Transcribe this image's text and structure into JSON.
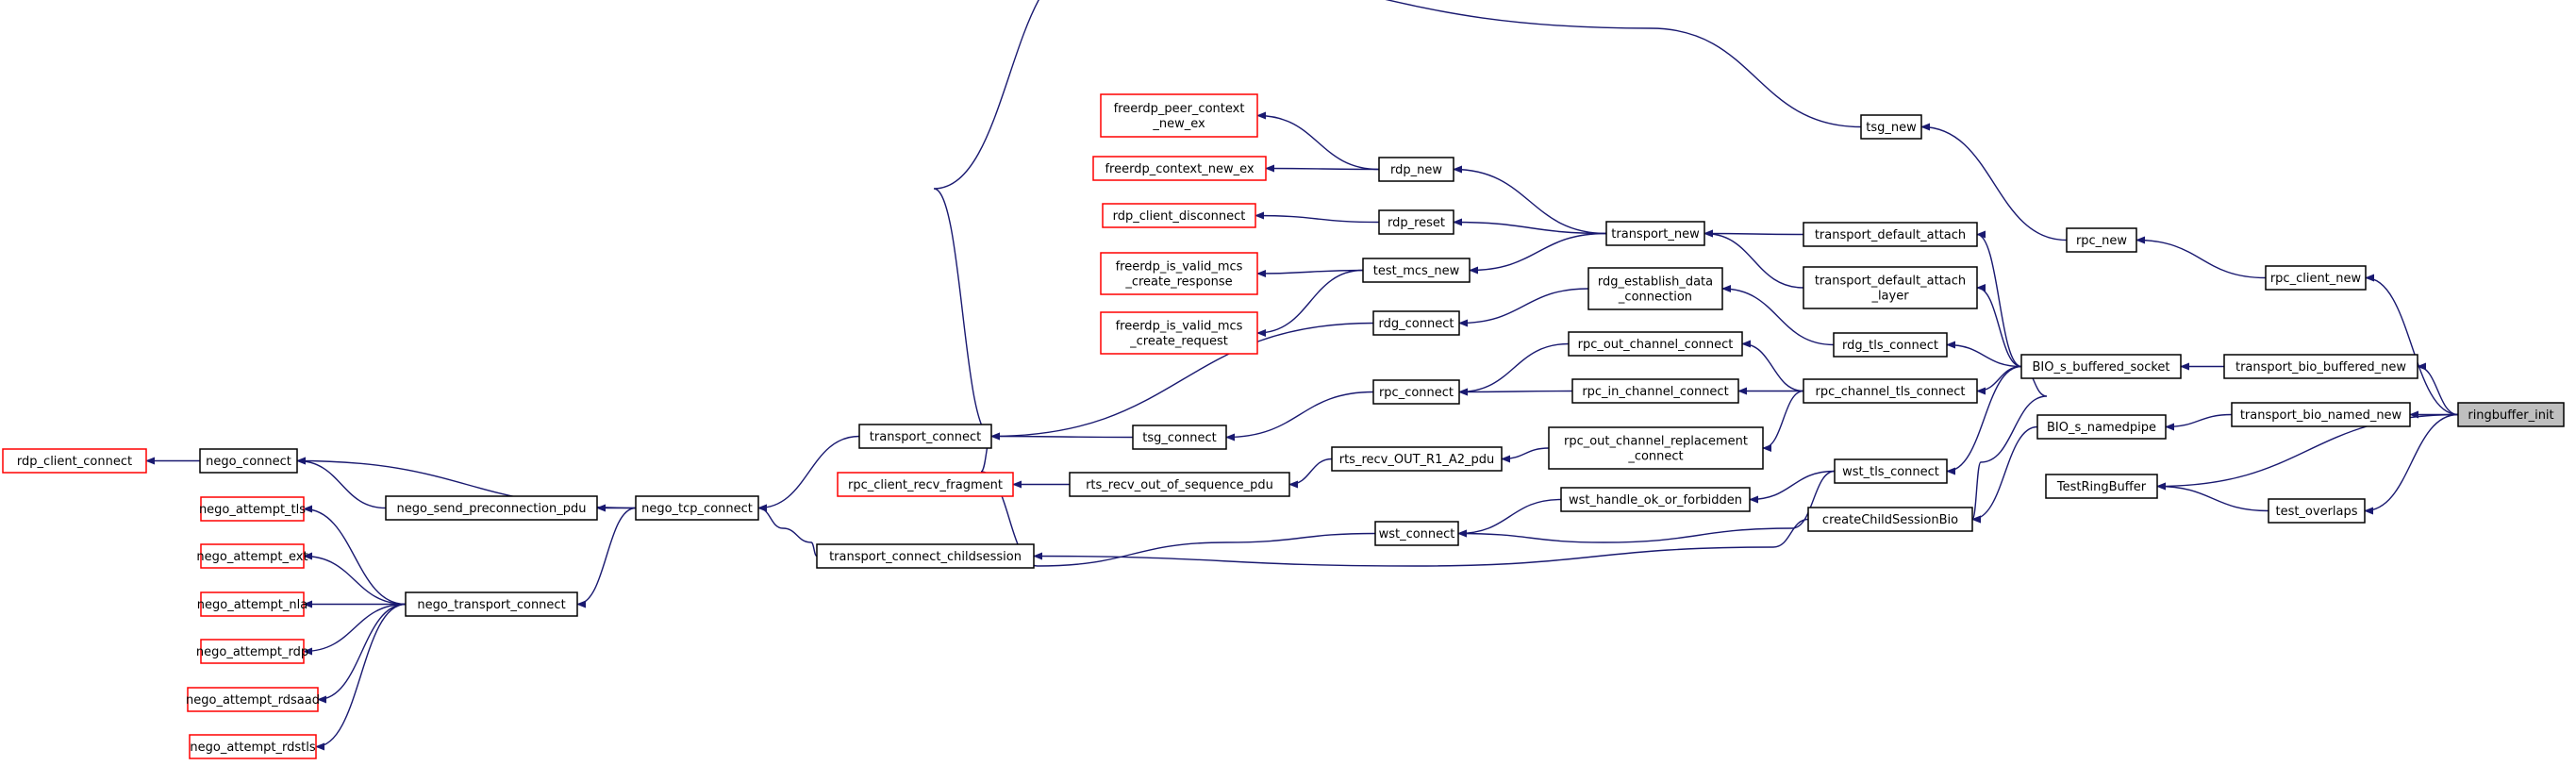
{
  "graph": {
    "edge_color": "#191970",
    "focus_fill": "#bfbfbf",
    "unresolved_border": "#ff0000",
    "resolved_border": "#000000",
    "nodes": {
      "ringbuffer_init": {
        "lines": [
          "ringbuffer_init"
        ],
        "kind": "focus"
      },
      "rpc_client_new": {
        "lines": [
          "rpc_client_new"
        ],
        "kind": "normal"
      },
      "transport_bio_buffered_new": {
        "lines": [
          "transport_bio_buffered_new"
        ],
        "kind": "normal"
      },
      "transport_bio_named_new": {
        "lines": [
          "transport_bio_named_new"
        ],
        "kind": "normal"
      },
      "test_overlaps": {
        "lines": [
          "test_overlaps"
        ],
        "kind": "normal"
      },
      "rpc_new": {
        "lines": [
          "rpc_new"
        ],
        "kind": "normal"
      },
      "BIO_s_buffered_socket": {
        "lines": [
          "BIO_s_buffered_socket"
        ],
        "kind": "normal"
      },
      "BIO_s_namedpipe": {
        "lines": [
          "BIO_s_namedpipe"
        ],
        "kind": "normal"
      },
      "TestRingBuffer": {
        "lines": [
          "TestRingBuffer"
        ],
        "kind": "normal"
      },
      "tsg_new": {
        "lines": [
          "tsg_new"
        ],
        "kind": "normal"
      },
      "transport_default_attach": {
        "lines": [
          "transport_default_attach"
        ],
        "kind": "normal"
      },
      "transport_default_attach_layer": {
        "lines": [
          "transport_default_attach",
          "_layer"
        ],
        "kind": "normal"
      },
      "rdg_tls_connect": {
        "lines": [
          "rdg_tls_connect"
        ],
        "kind": "normal"
      },
      "rpc_channel_tls_connect": {
        "lines": [
          "rpc_channel_tls_connect"
        ],
        "kind": "normal"
      },
      "wst_tls_connect": {
        "lines": [
          "wst_tls_connect"
        ],
        "kind": "normal"
      },
      "createChildSessionBio": {
        "lines": [
          "createChildSessionBio"
        ],
        "kind": "normal"
      },
      "transport_new": {
        "lines": [
          "transport_new"
        ],
        "kind": "normal"
      },
      "rdg_establish_data_connection": {
        "lines": [
          "rdg_establish_data",
          "_connection"
        ],
        "kind": "normal"
      },
      "rpc_out_channel_connect": {
        "lines": [
          "rpc_out_channel_connect"
        ],
        "kind": "normal"
      },
      "rpc_in_channel_connect": {
        "lines": [
          "rpc_in_channel_connect"
        ],
        "kind": "normal"
      },
      "rpc_out_channel_replacement_connect": {
        "lines": [
          "rpc_out_channel_replacement",
          "_connect"
        ],
        "kind": "normal"
      },
      "wst_handle_ok_or_forbidden": {
        "lines": [
          "wst_handle_ok_or_forbidden"
        ],
        "kind": "normal"
      },
      "rdp_new": {
        "lines": [
          "rdp_new"
        ],
        "kind": "normal"
      },
      "rdp_reset": {
        "lines": [
          "rdp_reset"
        ],
        "kind": "normal"
      },
      "test_mcs_new": {
        "lines": [
          "test_mcs_new"
        ],
        "kind": "normal"
      },
      "rdg_connect": {
        "lines": [
          "rdg_connect"
        ],
        "kind": "normal"
      },
      "rpc_connect": {
        "lines": [
          "rpc_connect"
        ],
        "kind": "normal"
      },
      "rts_recv_OUT_R1_A2_pdu": {
        "lines": [
          "rts_recv_OUT_R1_A2_pdu"
        ],
        "kind": "normal"
      },
      "wst_connect": {
        "lines": [
          "wst_connect"
        ],
        "kind": "normal"
      },
      "freerdp_peer_context_new_ex": {
        "lines": [
          "freerdp_peer_context",
          "_new_ex"
        ],
        "kind": "unresolved"
      },
      "freerdp_context_new_ex": {
        "lines": [
          "freerdp_context_new_ex"
        ],
        "kind": "unresolved"
      },
      "rdp_client_disconnect": {
        "lines": [
          "rdp_client_disconnect"
        ],
        "kind": "unresolved"
      },
      "freerdp_is_valid_mcs_create_response": {
        "lines": [
          "freerdp_is_valid_mcs",
          "_create_response"
        ],
        "kind": "unresolved"
      },
      "freerdp_is_valid_mcs_create_request": {
        "lines": [
          "freerdp_is_valid_mcs",
          "_create_request"
        ],
        "kind": "unresolved"
      },
      "tsg_connect": {
        "lines": [
          "tsg_connect"
        ],
        "kind": "normal"
      },
      "rts_recv_out_of_sequence_pdu": {
        "lines": [
          "rts_recv_out_of_sequence_pdu"
        ],
        "kind": "normal"
      },
      "rpc_client_recv_fragment": {
        "lines": [
          "rpc_client_recv_fragment"
        ],
        "kind": "unresolved"
      },
      "transport_connect": {
        "lines": [
          "transport_connect"
        ],
        "kind": "normal"
      },
      "transport_connect_childsession": {
        "lines": [
          "transport_connect_childsession"
        ],
        "kind": "normal"
      },
      "nego_tcp_connect": {
        "lines": [
          "nego_tcp_connect"
        ],
        "kind": "normal"
      },
      "nego_connect": {
        "lines": [
          "nego_connect"
        ],
        "kind": "normal"
      },
      "nego_send_preconnection_pdu": {
        "lines": [
          "nego_send_preconnection_pdu"
        ],
        "kind": "normal"
      },
      "nego_transport_connect": {
        "lines": [
          "nego_transport_connect"
        ],
        "kind": "normal"
      },
      "rdp_client_connect": {
        "lines": [
          "rdp_client_connect"
        ],
        "kind": "unresolved"
      },
      "nego_attempt_tls": {
        "lines": [
          "nego_attempt_tls"
        ],
        "kind": "unresolved"
      },
      "nego_attempt_ext": {
        "lines": [
          "nego_attempt_ext"
        ],
        "kind": "unresolved"
      },
      "nego_attempt_nla": {
        "lines": [
          "nego_attempt_nla"
        ],
        "kind": "unresolved"
      },
      "nego_attempt_rdp": {
        "lines": [
          "nego_attempt_rdp"
        ],
        "kind": "unresolved"
      },
      "nego_attempt_rdsaad": {
        "lines": [
          "nego_attempt_rdsaad"
        ],
        "kind": "unresolved"
      },
      "nego_attempt_rdstls": {
        "lines": [
          "nego_attempt_rdstls"
        ],
        "kind": "unresolved"
      }
    },
    "edges": [
      {
        "from": "rpc_client_new",
        "to": "ringbuffer_init"
      },
      {
        "from": "transport_bio_buffered_new",
        "to": "ringbuffer_init"
      },
      {
        "from": "transport_bio_named_new",
        "to": "ringbuffer_init"
      },
      {
        "from": "TestRingBuffer",
        "to": "ringbuffer_init"
      },
      {
        "from": "test_overlaps",
        "to": "ringbuffer_init"
      },
      {
        "from": "rpc_new",
        "to": "rpc_client_new"
      },
      {
        "from": "BIO_s_buffered_socket",
        "to": "transport_bio_buffered_new"
      },
      {
        "from": "BIO_s_namedpipe",
        "to": "transport_bio_named_new"
      },
      {
        "from": "TestRingBuffer",
        "to": "test_overlaps"
      },
      {
        "from": "tsg_new",
        "to": "rpc_new"
      },
      {
        "from": "transport_default_attach",
        "to": "BIO_s_buffered_socket"
      },
      {
        "from": "transport_default_attach_layer",
        "to": "BIO_s_buffered_socket"
      },
      {
        "from": "rdg_tls_connect",
        "to": "BIO_s_buffered_socket"
      },
      {
        "from": "rpc_channel_tls_connect",
        "to": "BIO_s_buffered_socket"
      },
      {
        "from": "wst_tls_connect",
        "to": "BIO_s_buffered_socket"
      },
      {
        "from": "createChildSessionBio",
        "to": "BIO_s_buffered_socket"
      },
      {
        "from": "createChildSessionBio",
        "to": "BIO_s_namedpipe"
      },
      {
        "from": "transport_new",
        "to": "transport_default_attach"
      },
      {
        "from": "transport_new",
        "to": "transport_default_attach_layer"
      },
      {
        "from": "rdg_establish_data_connection",
        "to": "rdg_tls_connect"
      },
      {
        "from": "rpc_out_channel_connect",
        "to": "rpc_channel_tls_connect"
      },
      {
        "from": "rpc_in_channel_connect",
        "to": "rpc_channel_tls_connect"
      },
      {
        "from": "rpc_out_channel_replacement_connect",
        "to": "rpc_channel_tls_connect"
      },
      {
        "from": "wst_handle_ok_or_forbidden",
        "to": "wst_tls_connect"
      },
      {
        "from": "wst_connect",
        "to": "wst_tls_connect"
      },
      {
        "from": "transport_connect_childsession",
        "to": "createChildSessionBio"
      },
      {
        "from": "rdp_new",
        "to": "transport_new"
      },
      {
        "from": "rdp_reset",
        "to": "transport_new"
      },
      {
        "from": "test_mcs_new",
        "to": "transport_new"
      },
      {
        "from": "rdg_connect",
        "to": "rdg_establish_data_connection"
      },
      {
        "from": "rpc_connect",
        "to": "rpc_out_channel_connect"
      },
      {
        "from": "rpc_connect",
        "to": "rpc_in_channel_connect"
      },
      {
        "from": "rts_recv_OUT_R1_A2_pdu",
        "to": "rpc_out_channel_replacement_connect"
      },
      {
        "from": "wst_connect",
        "to": "wst_handle_ok_or_forbidden"
      },
      {
        "from": "freerdp_peer_context_new_ex",
        "to": "rdp_new"
      },
      {
        "from": "freerdp_context_new_ex",
        "to": "rdp_new"
      },
      {
        "from": "rdp_client_disconnect",
        "to": "rdp_reset"
      },
      {
        "from": "freerdp_is_valid_mcs_create_response",
        "to": "test_mcs_new"
      },
      {
        "from": "freerdp_is_valid_mcs_create_request",
        "to": "test_mcs_new"
      },
      {
        "from": "transport_connect",
        "to": "rdg_connect"
      },
      {
        "from": "tsg_connect",
        "to": "rpc_connect"
      },
      {
        "from": "rts_recv_out_of_sequence_pdu",
        "to": "rts_recv_OUT_R1_A2_pdu"
      },
      {
        "from": "transport_connect",
        "to": "wst_connect"
      },
      {
        "from": "transport_connect",
        "to": "tsg_new"
      },
      {
        "from": "transport_connect",
        "to": "tsg_connect"
      },
      {
        "from": "rpc_client_recv_fragment",
        "to": "rts_recv_out_of_sequence_pdu"
      },
      {
        "from": "nego_tcp_connect",
        "to": "transport_connect"
      },
      {
        "from": "nego_tcp_connect",
        "to": "transport_connect_childsession"
      },
      {
        "from": "nego_connect",
        "to": "nego_tcp_connect"
      },
      {
        "from": "nego_send_preconnection_pdu",
        "to": "nego_tcp_connect"
      },
      {
        "from": "nego_transport_connect",
        "to": "nego_tcp_connect"
      },
      {
        "from": "nego_connect",
        "to": "nego_send_preconnection_pdu"
      },
      {
        "from": "rdp_client_connect",
        "to": "nego_connect"
      },
      {
        "from": "nego_attempt_tls",
        "to": "nego_transport_connect"
      },
      {
        "from": "nego_attempt_ext",
        "to": "nego_transport_connect"
      },
      {
        "from": "nego_attempt_nla",
        "to": "nego_transport_connect"
      },
      {
        "from": "nego_attempt_rdp",
        "to": "nego_transport_connect"
      },
      {
        "from": "nego_attempt_rdsaad",
        "to": "nego_transport_connect"
      },
      {
        "from": "nego_attempt_rdstls",
        "to": "nego_transport_connect"
      }
    ]
  }
}
